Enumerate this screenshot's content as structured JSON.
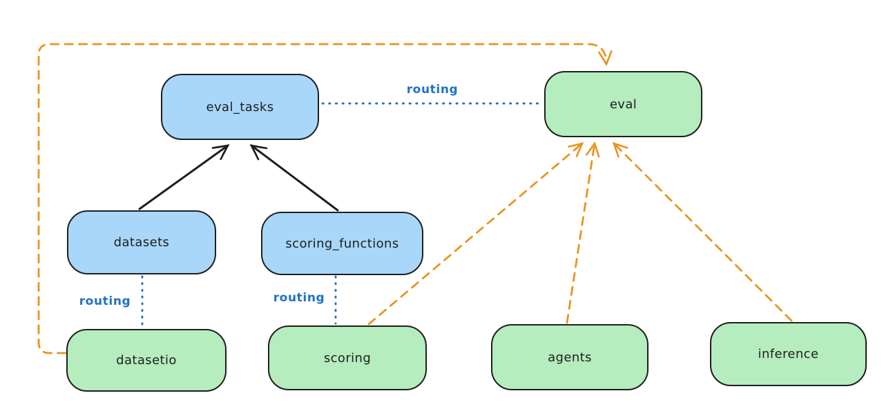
{
  "diagram": {
    "type": "flow-diagram",
    "background": "#ffffff",
    "colors": {
      "registry_node_fill_blue": "#a9d7f9",
      "api_node_fill_green": "#b5edbe",
      "node_stroke": "#1e1e1e",
      "routing_line_blue": "#1f72c4",
      "provider_arrow_orange": "#e8941f"
    },
    "nodes": {
      "eval_tasks": {
        "label": "eval_tasks",
        "fill": "blue"
      },
      "eval": {
        "label": "eval",
        "fill": "green"
      },
      "datasets": {
        "label": "datasets",
        "fill": "blue"
      },
      "scoring_functions": {
        "label": "scoring_functions",
        "fill": "blue"
      },
      "datasetio": {
        "label": "datasetio",
        "fill": "green"
      },
      "scoring": {
        "label": "scoring",
        "fill": "green"
      },
      "agents": {
        "label": "agents",
        "fill": "green"
      },
      "inference": {
        "label": "inference",
        "fill": "green"
      }
    },
    "edges": {
      "datasets_to_eval_tasks": {
        "from": "datasets",
        "to": "eval_tasks",
        "style": "solid-black-arrow",
        "label": ""
      },
      "scoring_functions_to_eval_tasks": {
        "from": "scoring_functions",
        "to": "eval_tasks",
        "style": "solid-black-arrow",
        "label": ""
      },
      "eval_tasks_to_eval": {
        "from": "eval_tasks",
        "to": "eval",
        "style": "dotted-blue",
        "label": "routing"
      },
      "datasets_to_datasetio": {
        "from": "datasets",
        "to": "datasetio",
        "style": "dotted-blue",
        "label": "routing"
      },
      "scoring_functions_to_scoring": {
        "from": "scoring_functions",
        "to": "scoring",
        "style": "dotted-blue",
        "label": "routing"
      },
      "datasetio_to_eval": {
        "from": "datasetio",
        "to": "eval",
        "style": "dashed-orange-arrow",
        "label": ""
      },
      "scoring_to_eval": {
        "from": "scoring",
        "to": "eval",
        "style": "dashed-orange-arrow",
        "label": ""
      },
      "agents_to_eval": {
        "from": "agents",
        "to": "eval",
        "style": "dashed-orange-arrow",
        "label": ""
      },
      "inference_to_eval": {
        "from": "inference",
        "to": "eval",
        "style": "dashed-orange-arrow",
        "label": ""
      }
    }
  }
}
